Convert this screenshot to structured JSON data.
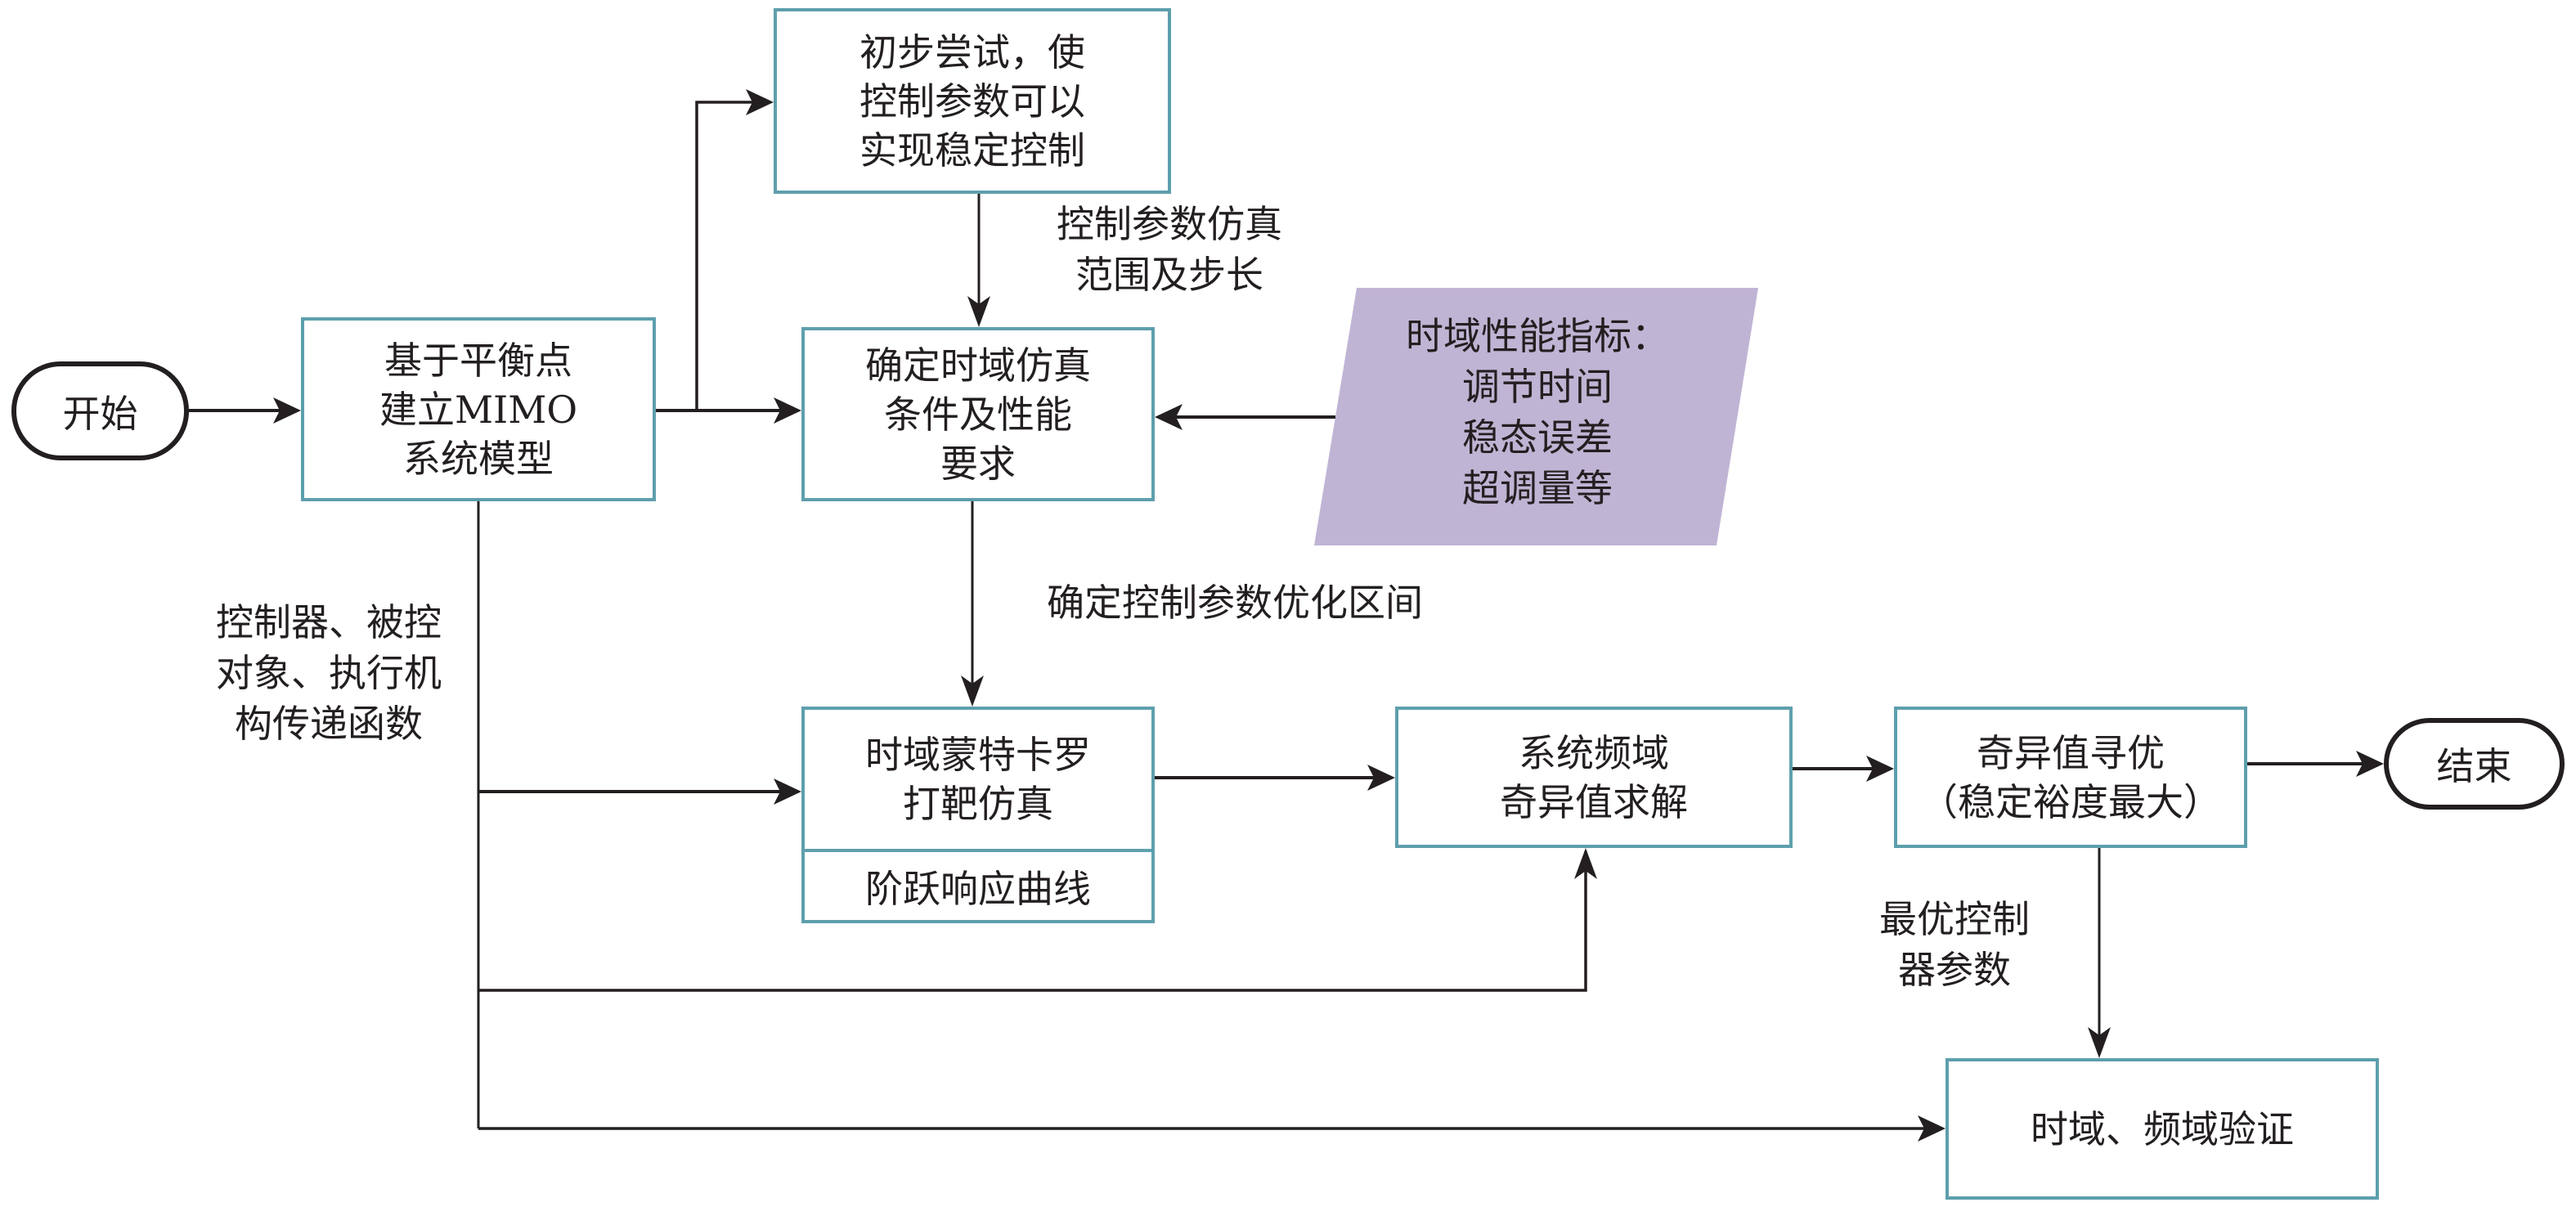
{
  "colors": {
    "box_border": "#5e9fad",
    "arrow": "#231f20",
    "input_fill": "#c0b4d4",
    "text": "#231f20"
  },
  "terminals": {
    "start": "开始",
    "end": "结束"
  },
  "nodes": {
    "model": {
      "lines": [
        "基于平衡点",
        "建立MIMO",
        "系统模型"
      ]
    },
    "trial": {
      "lines": [
        "初步尝试，使",
        "控制参数可以",
        "实现稳定控制"
      ]
    },
    "sim_conditions": {
      "lines": [
        "确定时域仿真",
        "条件及性能",
        "要求"
      ]
    },
    "monte_carlo": {
      "lines": [
        "时域蒙特卡罗",
        "打靶仿真"
      ],
      "sub": "阶跃响应曲线"
    },
    "freq_svd": {
      "lines": [
        "系统频域",
        "奇异值求解"
      ]
    },
    "svd_opt": {
      "lines": [
        "奇异值寻优",
        "（稳定裕度最大）"
      ]
    },
    "verify": {
      "lines": [
        "时域、频域验证"
      ]
    }
  },
  "input": {
    "lines": [
      "时域性能指标：",
      "调节时间",
      "稳态误差",
      "超调量等"
    ]
  },
  "edge_labels": {
    "param_range": [
      "控制参数仿真",
      "范围及步长"
    ],
    "opt_interval": [
      "确定控制参数优化区间"
    ],
    "transfer_funcs": [
      "控制器、被控",
      "对象、执行机",
      "构传递函数"
    ],
    "optimal_params": [
      "最优控制",
      "器参数"
    ]
  }
}
